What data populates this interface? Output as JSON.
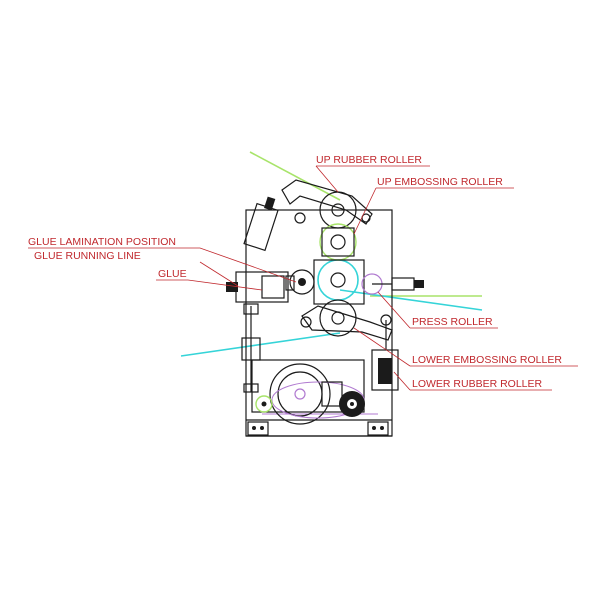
{
  "colors": {
    "label": "#c0282d",
    "machine": "#1b1b1b",
    "glue_line": "#35d4d8",
    "film_line": "#a8e46a",
    "accent": "#b07ad0"
  },
  "labels": {
    "up_rubber_roller": "UP RUBBER ROLLER",
    "up_embossing_roller": "UP EMBOSSING ROLLER",
    "glue_lamination_position": "GLUE LAMINATION POSITION",
    "glue_running_line": "GLUE RUNNING LINE",
    "glue": "GLUE",
    "press_roller": "PRESS ROLLER",
    "lower_embossing_roller": "LOWER EMBOSSING ROLLER",
    "lower_rubber_roller": "LOWER RUBBER ROLLER"
  }
}
